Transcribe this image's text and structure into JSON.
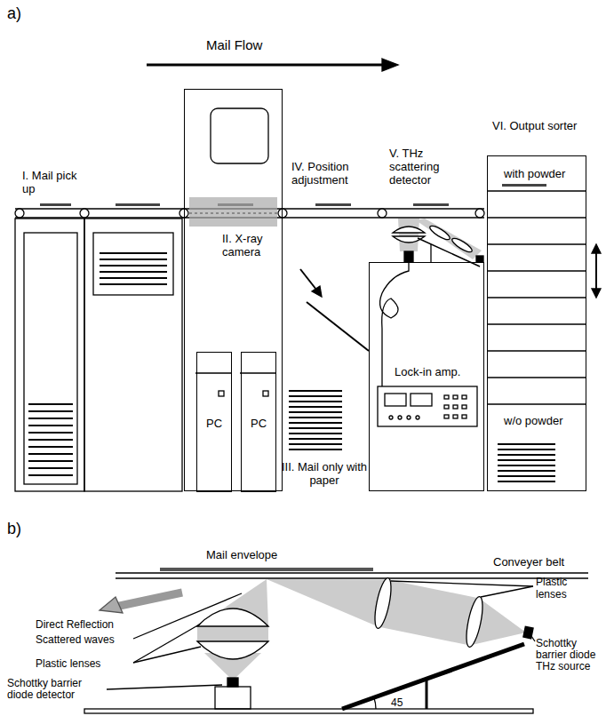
{
  "diagram": {
    "nodes": [
      {
        "text": [
          "II. X-ray camera"
        ]
      },
      {
        "text": [
          "PC"
        ],
        "in": 0
      },
      {
        "text": [
          "PC"
        ],
        "in": 0
      },
      {
        "text": [
          "Lock-in amp."
        ]
      },
      {
        "text": [
          "VI. Output sorter",
          "with powder",
          "w/o powder"
        ]
      }
    ],
    "labels": [
      "a)",
      "Mail Flow",
      "I. Mail pick up",
      "IV. Position adjustment",
      "V. THz scattering detector",
      "III. Mail only with paper",
      "b)",
      "Mail envelope",
      "Conveyer belt",
      "Direct Reflection",
      "Scattered waves",
      "Plastic lenses",
      "Plastic lenses",
      "Schottky barrier diode detector",
      "Schottky barrier diode THz source",
      "45"
    ]
  }
}
